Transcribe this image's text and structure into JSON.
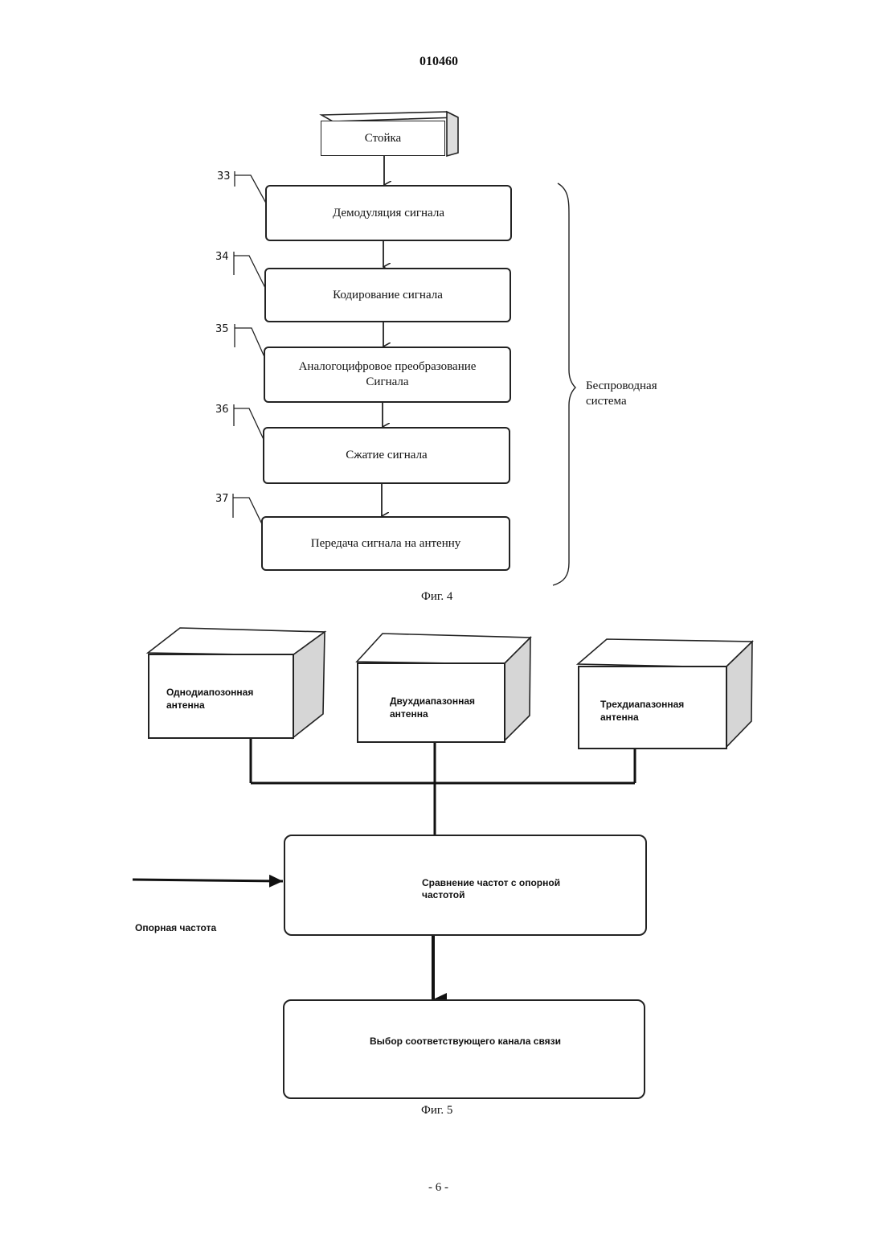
{
  "header": {
    "doc_number": "010460"
  },
  "fig4": {
    "top_block": "Стойка",
    "steps": [
      {
        "num": "33",
        "label": "Демодуляция сигнала"
      },
      {
        "num": "34",
        "label": "Кодирование сигнала"
      },
      {
        "num": "35",
        "label_line1": "Аналогоцифровое преобразование",
        "label_line2": "Сигнала"
      },
      {
        "num": "36",
        "label": "Сжатие сигнала"
      },
      {
        "num": "37",
        "label": "Передача сигнала на антенну"
      }
    ],
    "brace_label_line1": "Беспроводная",
    "brace_label_line2": "система",
    "caption": "Фиг. 4"
  },
  "fig5": {
    "antennas": [
      {
        "line1": "Однодиапозонная",
        "line2": "антенна"
      },
      {
        "line1": "Двухдиапазонная",
        "line2": "антенна"
      },
      {
        "line1": "Трехдиапазонная",
        "line2": "антенна"
      }
    ],
    "compare_line1": "Сравнение частот с опорной",
    "compare_line2": "частотой",
    "reference_label": "Опорная частота",
    "select_label": "Выбор соответствующего канала связи",
    "caption": "Фиг. 5"
  },
  "footer": {
    "page": "- 6 -"
  }
}
